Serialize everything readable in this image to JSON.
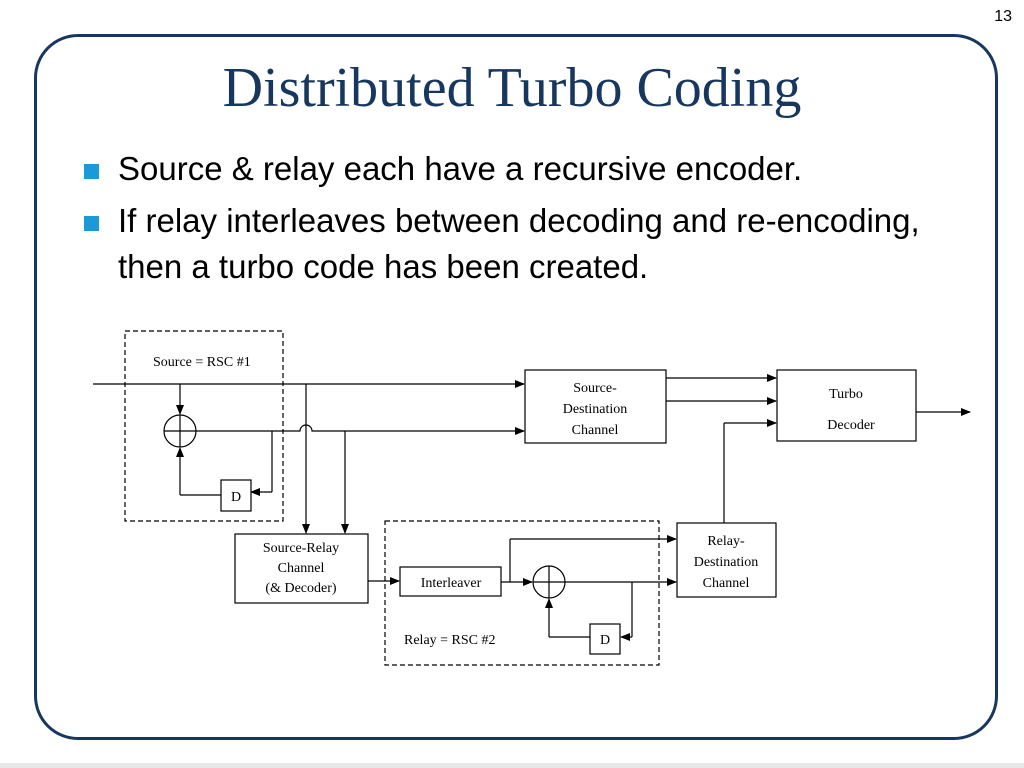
{
  "page_number": "13",
  "title": "Distributed Turbo Coding",
  "bullets": [
    "Source & relay each have a recursive encoder.",
    "If relay interleaves between decoding and re-encoding, then a turbo code has been created."
  ],
  "colors": {
    "title": "#17375e",
    "frame": "#17375e",
    "bullet": "#1a9ad6"
  },
  "diagram": {
    "source_group_label": "Source = RSC #1",
    "relay_group_label": "Relay = RSC #2",
    "source_delay": "D",
    "relay_delay": "D",
    "sd_channel": [
      "Source-",
      "Destination",
      "Channel"
    ],
    "turbo_decoder": [
      "Turbo",
      "Decoder"
    ],
    "sr_channel": [
      "Source-Relay",
      "Channel",
      "(& Decoder)"
    ],
    "interleaver": "Interleaver",
    "rd_channel": [
      "Relay-",
      "Destination",
      "Channel"
    ]
  }
}
